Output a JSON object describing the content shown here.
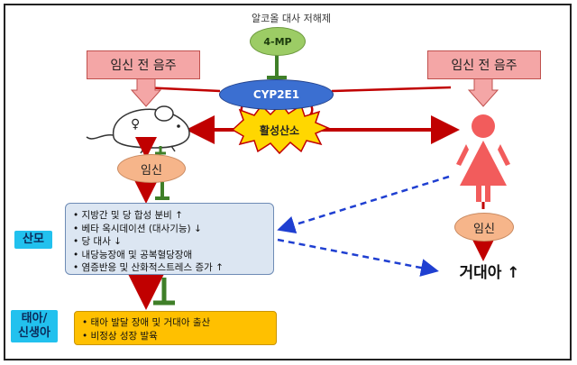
{
  "inhibitor_title": "알코올 대사 저해제",
  "inhibitor": "4-MP",
  "enzyme": "CYP2E1",
  "ros": "활성산소",
  "prenatal_left": "임신 전 음주",
  "prenatal_right": "임신 전 음주",
  "mouse_symbol": "♀",
  "pregnancy_left": "임신",
  "pregnancy_right": "임신",
  "mother_label": "산모",
  "mother_effects": [
    "• 지방간 및 당 합성 분비 ↑",
    "• 베타 옥시데이션 (대사기능) ↓",
    "• 당 대사 ↓",
    "• 내당능장애 및 공복혈당장애",
    "• 염증반응 및 산화적스트레스 증가 ↑"
  ],
  "fetus_label_line1": "태아/",
  "fetus_label_line2": "신생아",
  "fetus_effects": [
    "• 태아 발달 장애 및 거대아 출산",
    "• 비정상 성장 발육"
  ],
  "macrosomia": "거대아 ↑",
  "colors": {
    "red_arrow": "#c00000",
    "green_inhibit": "#3f7f28",
    "blue_dashed": "#1f3fd1",
    "callout_fill": "#f4a6a6",
    "woman_fill": "#f25c5c",
    "ros_fill": "#ffd700"
  }
}
